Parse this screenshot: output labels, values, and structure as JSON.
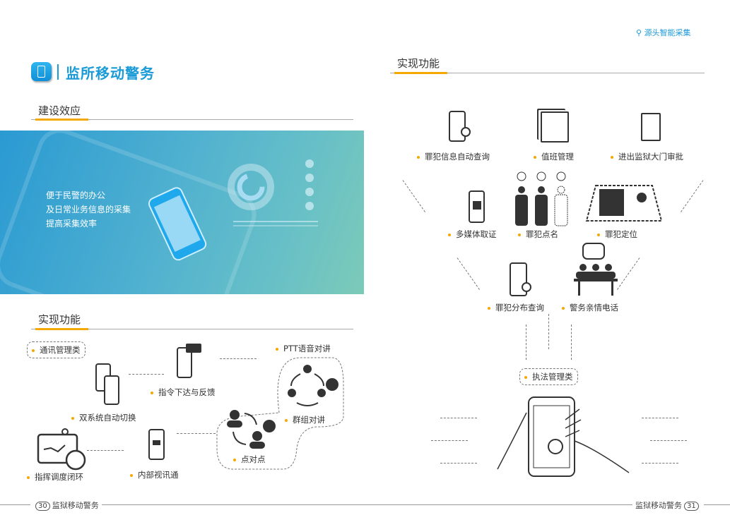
{
  "header": {
    "top_right_label": "源头智能采集",
    "title": "监所移动警务"
  },
  "left": {
    "section1": "建设效应",
    "banner_lines": [
      "便于民警的办公",
      "及日常业务信息的采集",
      "提高采集效率"
    ],
    "section2": "实现功能",
    "bubble": "通讯管理类",
    "items": {
      "dual": "双系统自动切换",
      "command": "指令下达与反馈",
      "ptt": "PTT语音对讲",
      "group": "群组对讲",
      "p2p": "点对点",
      "dispatch": "指挥调度闭环",
      "video": "内部视讯通"
    }
  },
  "right": {
    "section": "实现功能",
    "bubble": "执法管理类",
    "items": {
      "query": "罪犯信息自动查询",
      "duty": "值班管理",
      "gate": "进出监狱大门审批",
      "media": "多媒体取证",
      "rollcall": "罪犯点名",
      "locate": "罪犯定位",
      "distrib": "罪犯分布查询",
      "family": "警务亲情电话"
    }
  },
  "footer": {
    "left_page": "30",
    "left_text": "监狱移动警务",
    "right_text": "监狱移动警务",
    "right_page": "31"
  },
  "colors": {
    "accent_blue": "#1a9ad6",
    "accent_orange": "#f5a800"
  }
}
